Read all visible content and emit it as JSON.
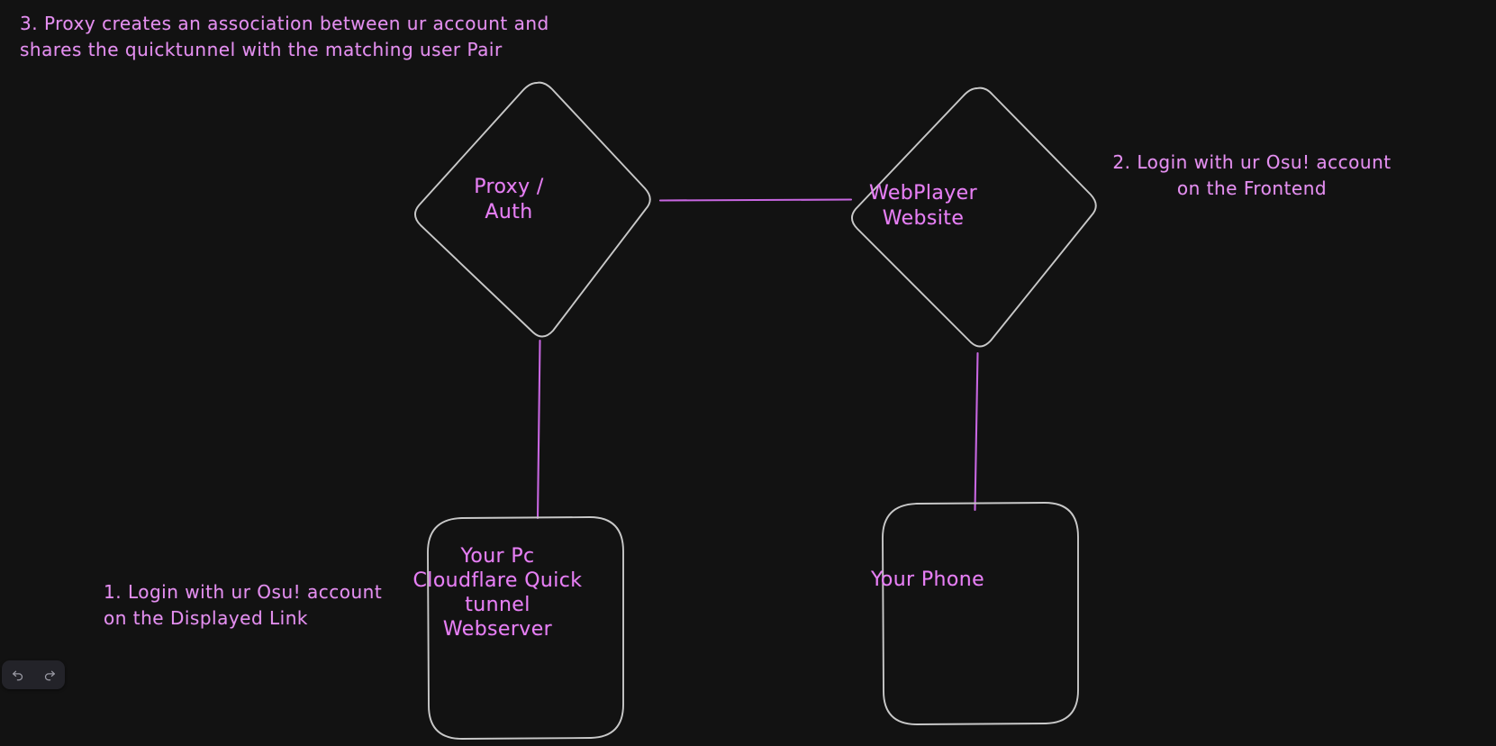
{
  "canvas": {
    "background_color": "#121212",
    "shape_stroke_color": "#c8c8c8",
    "connector_color": "#c766e0",
    "text_color": "#e77ff5"
  },
  "nodes": [
    {
      "id": "proxy-auth",
      "shape": "diamond",
      "label": "Proxy /\nAuth"
    },
    {
      "id": "webplayer",
      "shape": "diamond",
      "label": "WebPlayer\nWebsite"
    },
    {
      "id": "your-pc",
      "shape": "rounded-rectangle",
      "label": "Your Pc\nCloudflare Quick\ntunnel\nWebserver"
    },
    {
      "id": "your-phone",
      "shape": "rounded-rectangle",
      "label": "Your Phone"
    }
  ],
  "annotations": [
    {
      "id": "annotation-1",
      "text": "1. Login with ur Osu! account\non the Displayed Link"
    },
    {
      "id": "annotation-2",
      "text": "2. Login with ur Osu! account\non the Frontend"
    },
    {
      "id": "annotation-3",
      "text": "3. Proxy creates an association between ur account and\nshares the quicktunnel with the matching user Pair"
    }
  ],
  "toolbar": {
    "undo_title": "Undo",
    "redo_title": "Redo"
  }
}
